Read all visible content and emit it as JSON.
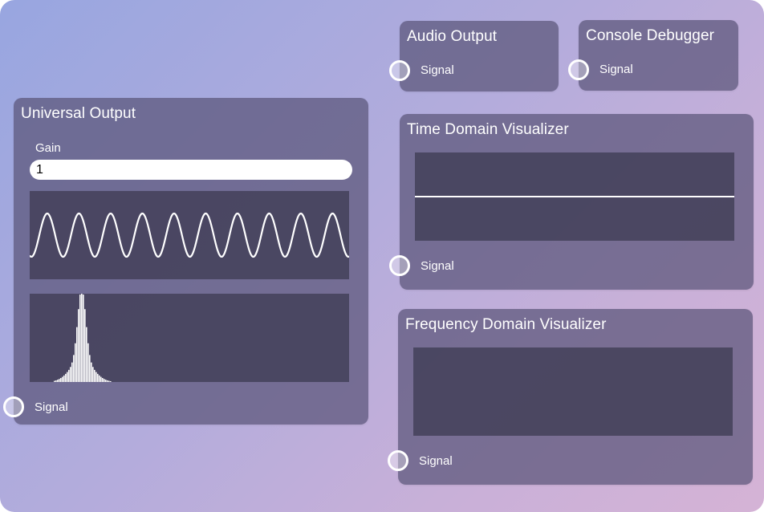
{
  "nodes": {
    "audio_output": {
      "title": "Audio Output",
      "port_label": "Signal"
    },
    "console_debugger": {
      "title": "Console Debugger",
      "port_label": "Signal"
    },
    "universal_output": {
      "title": "Universal Output",
      "gain_label": "Gain",
      "gain_value": "1",
      "port_label": "Signal"
    },
    "time_domain_visualizer": {
      "title": "Time Domain Visualizer",
      "port_label": "Signal"
    },
    "frequency_domain_visualizer": {
      "title": "Frequency Domain Visualizer",
      "port_label": "Signal"
    }
  },
  "colors": {
    "background_start": "#98a6e0",
    "background_end": "#d5b3d6",
    "node_fill": "rgba(90, 84, 120, 0.72)",
    "plot_fill": "rgba(70, 66, 92, 0.9)",
    "trace": "#ffffff"
  }
}
